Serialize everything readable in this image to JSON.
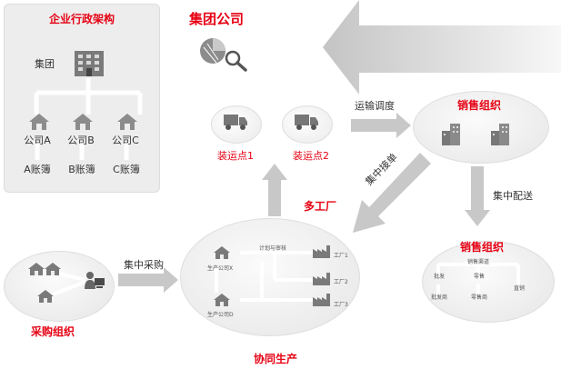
{
  "headquarters": {
    "title": "集团公司"
  },
  "org_panel": {
    "title": "企业行政架构",
    "group_label": "集团",
    "companies": [
      "公司A",
      "公司B",
      "公司C"
    ],
    "ledgers": [
      "A账簿",
      "B账簿",
      "C账簿"
    ]
  },
  "logistics": {
    "points": [
      "装运点1",
      "装运点2"
    ],
    "transport_label": "运输调度"
  },
  "sales_org_top": {
    "title": "销售组织"
  },
  "centralized_order_label": "集中接单",
  "centralized_distribution_label": "集中配送",
  "multi_factory_label": "多工厂",
  "sales_org_bottom": {
    "title": "销售组织",
    "channel_label": "销售渠道",
    "level1": [
      "批发",
      "零售",
      "直销"
    ],
    "level2": [
      "批发商",
      "零售商"
    ]
  },
  "procurement": {
    "title": "采购组织",
    "arrow_label": "集中采购"
  },
  "production": {
    "title": "协同生产",
    "plan_label": "计划与审核",
    "companies": [
      "生产公司X",
      "生产公司D"
    ],
    "factories": [
      "工厂1",
      "工厂2",
      "工厂3"
    ]
  },
  "colors": {
    "accent_red": "#e60012",
    "icon_gray": "#8c8c8c",
    "arrow_gray": "#c8c8c8",
    "panel_bg": "#ededed"
  }
}
